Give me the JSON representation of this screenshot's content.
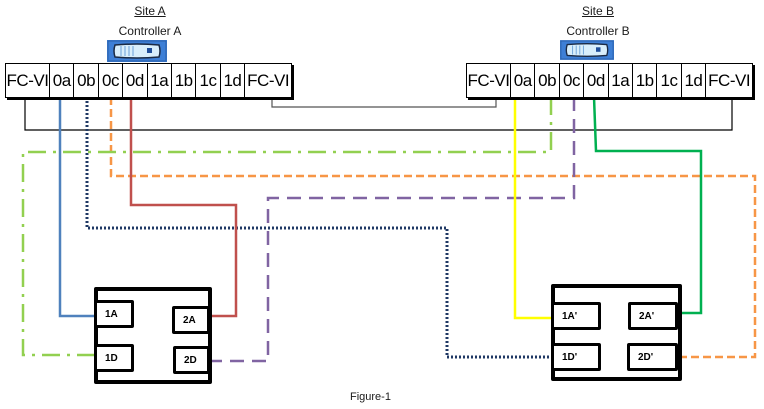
{
  "site_a": {
    "title": "Site A",
    "controller_label": "Controller A",
    "controller_icon": "storage-controller-icon",
    "ports": [
      "FC-VI",
      "0a",
      "0b",
      "0c",
      "0d",
      "1a",
      "1b",
      "1c",
      "1d",
      "FC-VI"
    ]
  },
  "site_b": {
    "title": "Site B",
    "controller_label": "Controller B",
    "controller_icon": "storage-controller-icon",
    "ports": [
      "FC-VI",
      "0a",
      "0b",
      "0c",
      "0d",
      "1a",
      "1b",
      "1c",
      "1d",
      "FC-VI"
    ]
  },
  "shelf_a": {
    "slots": [
      "1A",
      "2A",
      "1D",
      "2D"
    ]
  },
  "shelf_b": {
    "slots": [
      "1A'",
      "2A'",
      "1D'",
      "2D'"
    ]
  },
  "connections": [
    {
      "from": "Site A FC-VI (left)",
      "to": "Site B FC-VI (right)",
      "color": "#000000",
      "style": "solid"
    },
    {
      "from": "Site A FC-VI (right)",
      "to": "Site B FC-VI (left)",
      "color": "#000000",
      "style": "solid"
    },
    {
      "from": "Site A 0a",
      "to": "1A",
      "color": "#4f81bd",
      "style": "solid"
    },
    {
      "from": "Site A 0b",
      "to": "1D'",
      "color": "#1f3864",
      "style": "dotted"
    },
    {
      "from": "Site A 0c",
      "to": "2D'",
      "color": "#f79646",
      "style": "dashed"
    },
    {
      "from": "Site A 0d",
      "to": "2A",
      "color": "#c0504d",
      "style": "solid"
    },
    {
      "from": "Site B 0a",
      "to": "1A'",
      "color": "#ffff00",
      "style": "solid"
    },
    {
      "from": "Site B 0b",
      "to": "1D",
      "color": "#92d050",
      "style": "dash-dot"
    },
    {
      "from": "Site B 0c",
      "to": "2D",
      "color": "#8064a2",
      "style": "long-dash"
    },
    {
      "from": "Site B 0d",
      "to": "2A'",
      "color": "#00b050",
      "style": "solid"
    }
  ],
  "caption": "Figure-1"
}
